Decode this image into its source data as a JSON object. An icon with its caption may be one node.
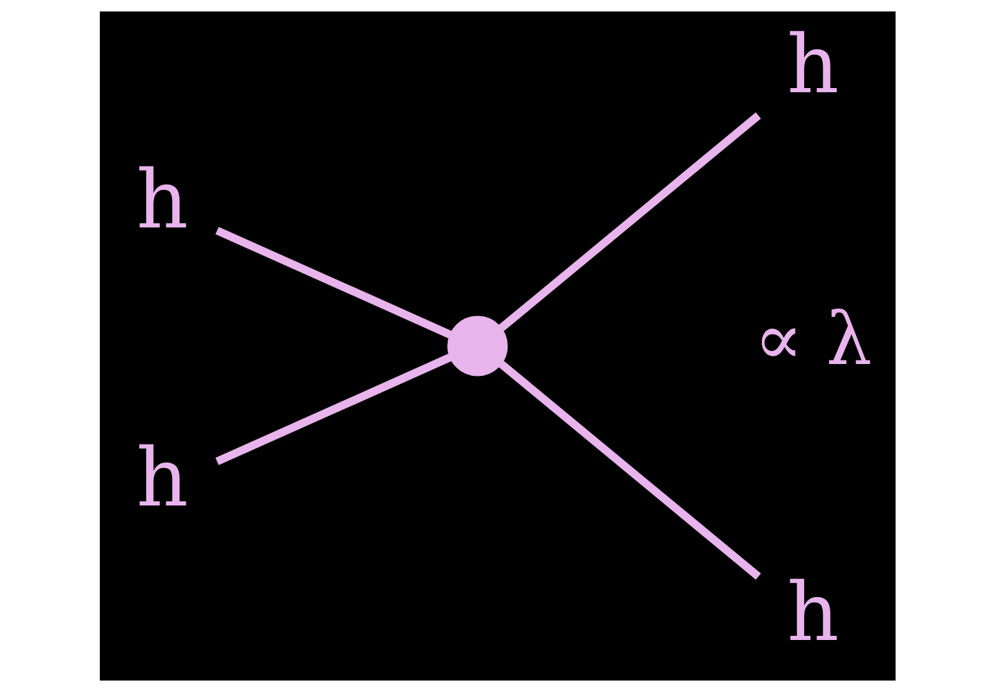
{
  "diagram": {
    "nodes": [
      {
        "text": [
          "h"
        ]
      },
      {
        "text": [
          "h"
        ]
      },
      {
        "text": [],
        "shape": "circle",
        "beside": [
          "∝ λ"
        ]
      },
      {
        "text": [
          "h"
        ]
      },
      {
        "text": [
          "h"
        ]
      }
    ],
    "edges": [
      {
        "from": 0,
        "to": 2,
        "arrow": "none"
      },
      {
        "from": 3,
        "to": 2,
        "arrow": "none"
      },
      {
        "from": 2,
        "to": 1,
        "arrow": "none"
      },
      {
        "from": 2,
        "to": 4,
        "arrow": "none"
      }
    ]
  }
}
